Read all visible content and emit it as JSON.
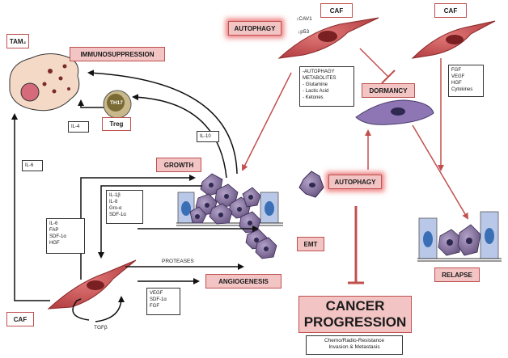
{
  "labels": {
    "immunosuppression": "IMMUNOSUPPRESSION",
    "tam2": "TAM₂",
    "th17": "TH17",
    "treg": "Treg",
    "il4": "IL-4",
    "il10": "IL-10",
    "il6": "IL-6",
    "growth": "GROWTH",
    "growth_factors": "IL-1β\nIL-8\nGro-α\nSDF-1α",
    "caf_secretions": "IL-6\nFAP\nSDF-1α\nHGF",
    "proteases": "PROTEASES",
    "emt": "EMT",
    "angiogenesis": "ANGIOGENESIS",
    "angio_factors": "VEGF\nSDF-1α\nFGF",
    "caf_bottom": "CAF",
    "tgfb": "TGFβ",
    "autophagy_top": "AUTOPHAGY",
    "caf_top": "CAF",
    "cav1": "↓CAV1",
    "p53": "↓p53",
    "metabolites": "-AUTOPHAGY\nMETABOLITES\n- Glutamine\n- Lactic Acid\n- Ketones",
    "dormancy": "DORMANCY",
    "autophagy_mid": "AUTOPHAGY",
    "caf_right": "CAF",
    "right_factors": "FGF\nVEGF\nHGF\nCytokines",
    "relapse": "RELAPSE",
    "cancer_progression": "CANCER\nPROGRESSION",
    "cancer_sub": "Chemo/Radio-Resistance\nInvasion & Metastasis"
  },
  "colors": {
    "pink_fill": "#f2c4c4",
    "red_border": "#c05050",
    "arrow_red": "#c0504d",
    "tumor_purple": "#7b6a92",
    "caf_red": "#c8494c",
    "vessel_blue": "#b9c8e8"
  }
}
